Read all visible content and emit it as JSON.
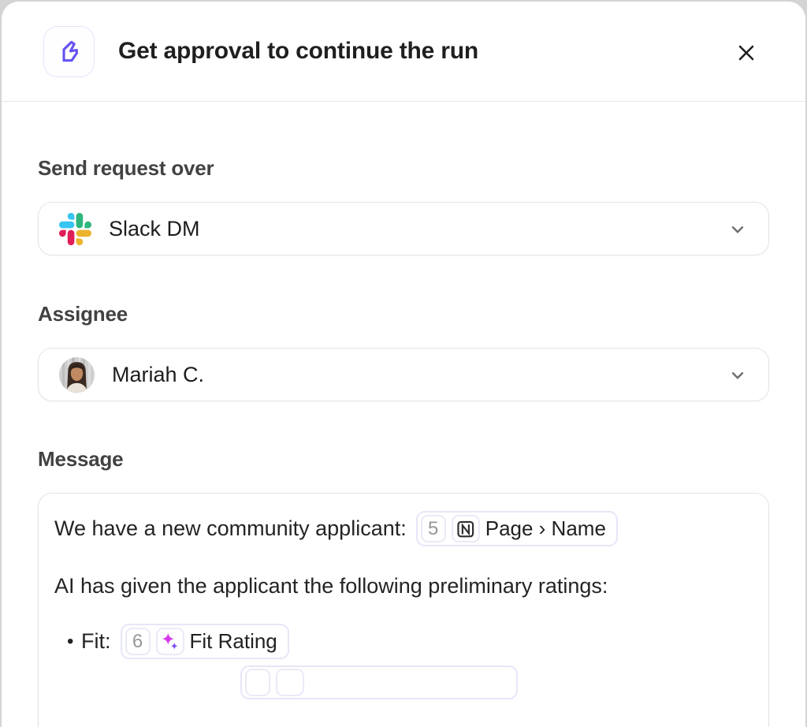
{
  "header": {
    "title": "Get approval to continue the run",
    "icon": "thumbs-up",
    "close": "close"
  },
  "fields": {
    "channel": {
      "label": "Send request over",
      "value": "Slack DM",
      "icon": "slack-logo"
    },
    "assignee": {
      "label": "Assignee",
      "value": "Mariah C.",
      "avatar": "mariah-avatar"
    },
    "message": {
      "label": "Message"
    }
  },
  "message_content": {
    "line1": {
      "text": "We have a new community applicant:",
      "chip": {
        "count": "5",
        "icon": "notion-icon",
        "label": "Page › Name"
      }
    },
    "line2": {
      "text": "AI has given the applicant the following preliminary ratings:"
    },
    "line3": {
      "bullet": "•",
      "text": "Fit:",
      "chip": {
        "count": "6",
        "icon": "sparkles-icon",
        "label": "Fit Rating"
      }
    }
  },
  "colors": {
    "page_bg": "#d4d4d4",
    "chip_border": "#e6e6f8",
    "icon_gradient_start": "#4a66f0",
    "icon_gradient_end": "#9036f2",
    "slack_blue": "#36C5F0",
    "slack_green": "#2EB67D",
    "slack_yellow": "#ECB22C",
    "slack_red": "#E01E5A",
    "sparkle_magenta": "#d63bea",
    "sparkle_violet": "#7d50f5"
  }
}
